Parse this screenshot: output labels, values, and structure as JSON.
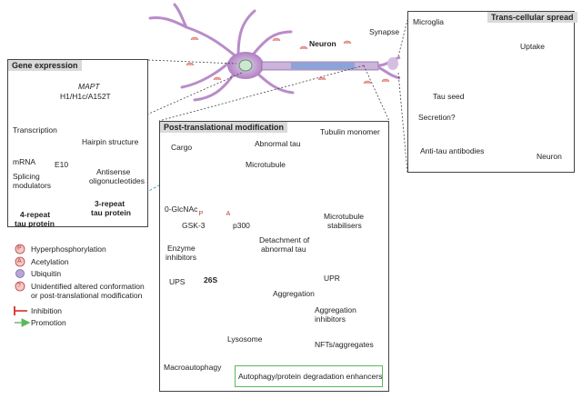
{
  "neuron_top": {
    "neuron_label": "Neuron",
    "synapse_label": "Synapse"
  },
  "gene_expression": {
    "title": "Gene expression",
    "gene_name": "MAPT",
    "haplotypes": "H1/H1c/A152T",
    "transcription": "Transcription",
    "hairpin": "Hairpin structure",
    "mrna": "mRNA",
    "exon": "E10",
    "splicing_line1": "Splicing",
    "splicing_line2": "modulators",
    "antisense_line1": "Antisense",
    "antisense_line2": "oligonucleotides",
    "four_repeat_line1": "4-repeat",
    "four_repeat_line2": "tau protein",
    "three_repeat_line1": "3-repeat",
    "three_repeat_line2": "tau protein"
  },
  "trans_cellular": {
    "title": "Trans-cellular spread",
    "microglia": "Microglia",
    "uptake": "Uptake",
    "tau_seed": "Tau seed",
    "secretion": "Secretion?",
    "antibodies": "Anti-tau antibodies",
    "neuron": "Neuron"
  },
  "ptm": {
    "title": "Post-translational modification",
    "cargo": "Cargo",
    "abnormal_tau": "Abnormal tau",
    "tubulin_monomer": "Tubulin monomer",
    "microtubule": "Microtubule",
    "o_glcnac": "0-GlcNAc",
    "gsk3": "GSK-3",
    "p300": "p300",
    "enzyme_line1": "Enzyme",
    "enzyme_line2": "inhibitors",
    "detach_line1": "Detachment of",
    "detach_line2": "abnormal tau",
    "mt_stab_line1": "Microtubule",
    "mt_stab_line2": "stabilisers",
    "ups": "UPS",
    "proteasome": "26S",
    "upr": "UPR",
    "aggregation": "Aggregation",
    "agg_inh_line1": "Aggregation",
    "agg_inh_line2": "inhibitors",
    "lysosome": "Lysosome",
    "macroautophagy": "Macroautophagy",
    "nfts": "NFTs/aggregates",
    "enhancers": "Autophagy/protein degradation enhancers"
  },
  "legend": {
    "items": [
      {
        "symbol": "P",
        "label": "Hyperphosphorylation"
      },
      {
        "symbol": "A",
        "label": "Acetylation"
      },
      {
        "symbol": "",
        "label": "Ubiquitin"
      },
      {
        "symbol": "?",
        "label": "Unidentified altered conformation"
      },
      {
        "symbol": "",
        "label": "or post-translational modification"
      },
      {
        "symbol": "",
        "label": "Inhibition"
      },
      {
        "symbol": "",
        "label": "Promotion"
      }
    ]
  },
  "colors": {
    "inhibition": "#d62a2a",
    "promotion": "#5cb85c",
    "neuron": "#b98cc9",
    "tau": "#e98a86",
    "microtubule": "#5a7ec4",
    "header_bg": "#d9d9d9"
  }
}
